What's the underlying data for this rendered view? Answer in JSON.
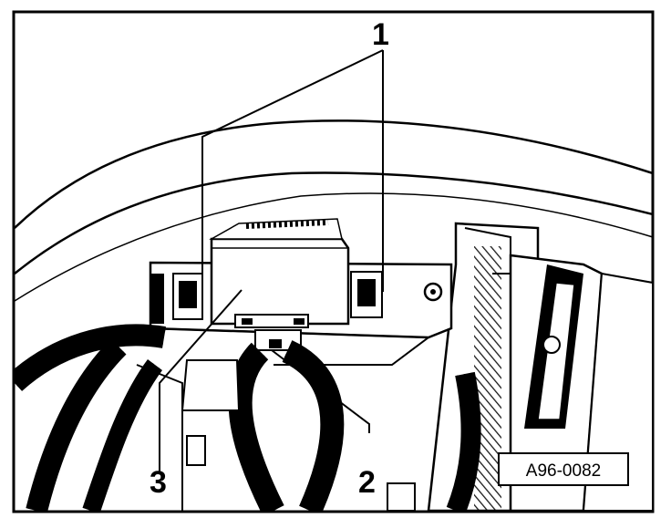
{
  "figure": {
    "reference_code": "A96-0082",
    "callouts": [
      {
        "id": "1",
        "label": "1"
      },
      {
        "id": "2",
        "label": "2"
      },
      {
        "id": "3",
        "label": "3"
      }
    ]
  }
}
